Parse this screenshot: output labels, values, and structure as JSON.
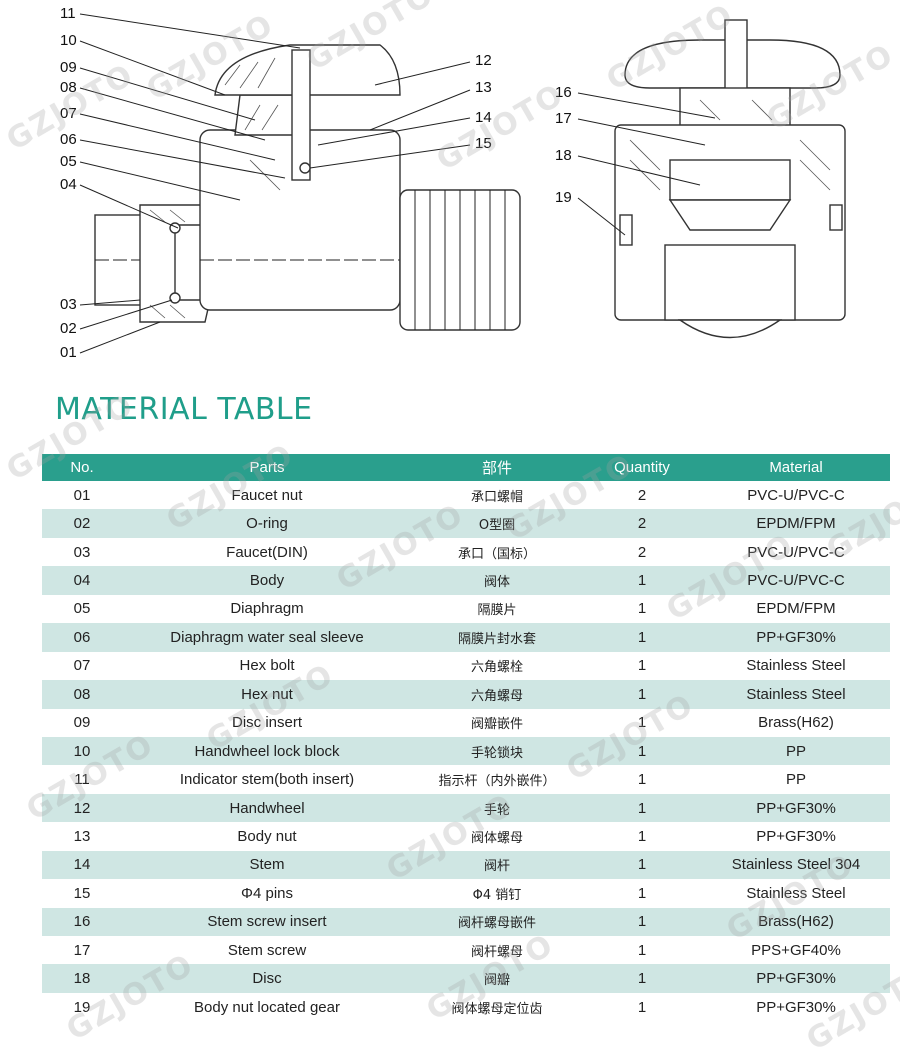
{
  "callouts_left": [
    "11",
    "10",
    "09",
    "08",
    "07",
    "06",
    "05",
    "04",
    "03",
    "02",
    "01"
  ],
  "callouts_mid": [
    "12",
    "13",
    "14",
    "15"
  ],
  "callouts_right": [
    "16",
    "17",
    "18",
    "19"
  ],
  "watermark_text": "GZJOTO",
  "title": "MATERIAL TABLE",
  "table": {
    "headers": [
      "No.",
      "Parts",
      "部件",
      "Quantity",
      "Material"
    ],
    "rows": [
      [
        "01",
        "Faucet nut",
        "承口螺帽",
        "2",
        "PVC-U/PVC-C"
      ],
      [
        "02",
        "O-ring",
        "O型圈",
        "2",
        "EPDM/FPM"
      ],
      [
        "03",
        "Faucet(DIN)",
        "承口（国标）",
        "2",
        "PVC-U/PVC-C"
      ],
      [
        "04",
        "Body",
        "阀体",
        "1",
        "PVC-U/PVC-C"
      ],
      [
        "05",
        "Diaphragm",
        "隔膜片",
        "1",
        "EPDM/FPM"
      ],
      [
        "06",
        "Diaphragm water seal sleeve",
        "隔膜片封水套",
        "1",
        "PP+GF30%"
      ],
      [
        "07",
        "Hex bolt",
        "六角螺栓",
        "1",
        "Stainless Steel"
      ],
      [
        "08",
        "Hex nut",
        "六角螺母",
        "1",
        "Stainless Steel"
      ],
      [
        "09",
        "Disc insert",
        "阀瓣嵌件",
        "1",
        "Brass(H62)"
      ],
      [
        "10",
        "Handwheel lock block",
        "手轮锁块",
        "1",
        "PP"
      ],
      [
        "11",
        "Indicator stem(both insert)",
        "指示杆（内外嵌件）",
        "1",
        "PP"
      ],
      [
        "12",
        "Handwheel",
        "手轮",
        "1",
        "PP+GF30%"
      ],
      [
        "13",
        "Body nut",
        "阀体螺母",
        "1",
        "PP+GF30%"
      ],
      [
        "14",
        "Stem",
        "阀杆",
        "1",
        "Stainless Steel 304"
      ],
      [
        "15",
        "Φ4 pins",
        "Φ4 销钉",
        "1",
        "Stainless Steel"
      ],
      [
        "16",
        "Stem screw insert",
        "阀杆螺母嵌件",
        "1",
        "Brass(H62)"
      ],
      [
        "17",
        "Stem screw",
        "阀杆螺母",
        "1",
        "PPS+GF40%"
      ],
      [
        "18",
        "Disc",
        "阀瓣",
        "1",
        "PP+GF30%"
      ],
      [
        "19",
        "Body nut located gear",
        "阀体螺母定位齿",
        "1",
        "PP+GF30%"
      ]
    ]
  },
  "colors": {
    "accent": "#2a9f8d",
    "title": "#1f9e8a",
    "stripe": "#cfe6e3"
  }
}
